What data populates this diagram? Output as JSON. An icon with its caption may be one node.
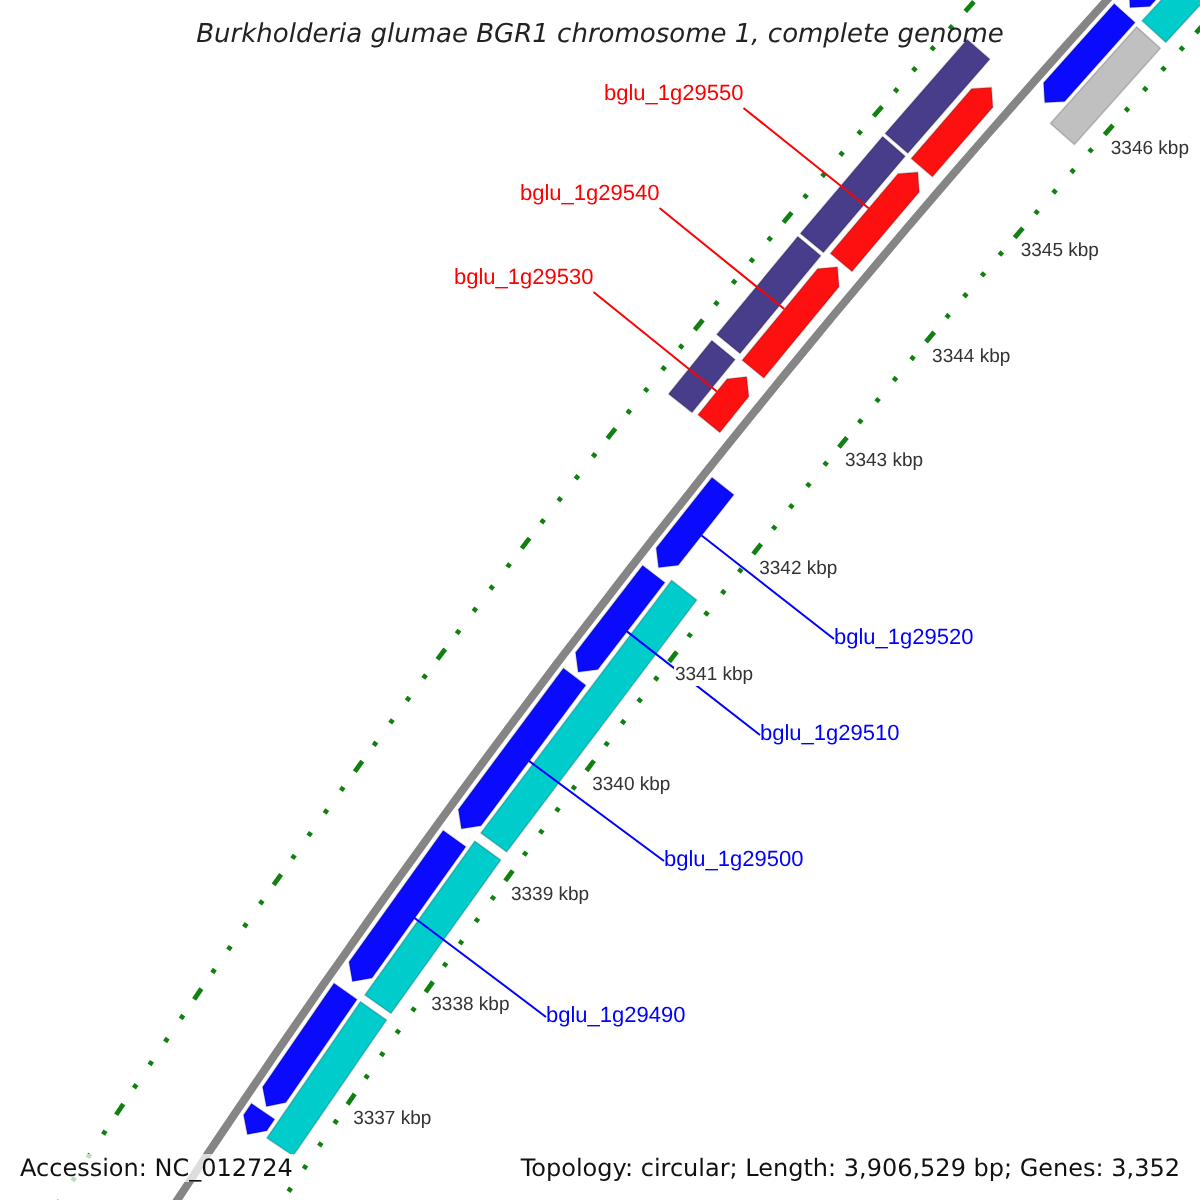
{
  "diagram": {
    "title": "Burkholderia glumae BGR1 chromosome 1, complete genome",
    "nodes": [
      {
        "text": [
          "bglu_1g29550"
        ]
      },
      {
        "text": [
          "bglu_1g29540"
        ]
      },
      {
        "text": [
          "bglu_1g29530"
        ]
      },
      {
        "text": [
          "bglu_1g29520"
        ]
      },
      {
        "text": [
          "bglu_1g29510"
        ]
      },
      {
        "text": [
          "bglu_1g29500"
        ]
      },
      {
        "text": [
          "bglu_1g29490"
        ]
      },
      {
        "text": [],
        "shape": "bar"
      },
      {
        "text": [],
        "shape": "arrow"
      },
      {
        "text": [],
        "shape": "arrow"
      },
      {
        "text": [],
        "shape": "bar"
      },
      {
        "text": [],
        "shape": "bar"
      },
      {
        "text": [],
        "shape": "arrow"
      },
      {
        "text": [],
        "shape": "bar"
      },
      {
        "text": [],
        "shape": "arrow"
      },
      {
        "text": [],
        "shape": "arrow"
      },
      {
        "text": [],
        "shape": "bar"
      },
      {
        "text": [],
        "shape": "bar"
      },
      {
        "text": [],
        "shape": "arrow"
      },
      {
        "text": [],
        "shape": "arrow"
      },
      {
        "text": [],
        "shape": "bar"
      },
      {
        "text": [],
        "shape": "arrow"
      },
      {
        "text": [],
        "shape": "arrow"
      },
      {
        "text": [],
        "shape": "bar"
      },
      {
        "text": [],
        "shape": "arrow"
      },
      {
        "text": [],
        "shape": "bar"
      },
      {
        "text": [],
        "shape": "arrow"
      },
      {
        "text": [],
        "shape": "arrow"
      }
    ],
    "edges": [
      {
        "from": 0,
        "to": 14,
        "arrow": "none",
        "color": "#ff0000"
      },
      {
        "from": 1,
        "to": 15,
        "arrow": "none",
        "color": "#ff0000"
      },
      {
        "from": 2,
        "to": 18,
        "arrow": "none",
        "color": "#ff0000"
      },
      {
        "from": 3,
        "to": 19,
        "arrow": "none"
      },
      {
        "from": 4,
        "to": 21,
        "arrow": "none"
      },
      {
        "from": 5,
        "to": 22,
        "arrow": "none"
      },
      {
        "from": 6,
        "to": 24,
        "arrow": "none"
      }
    ],
    "labels": [
      "3346 kbp",
      "3345 kbp",
      "3344 kbp",
      "3343 kbp",
      "3342 kbp",
      "3341 kbp",
      "3340 kbp",
      "3339 kbp",
      "3338 kbp",
      "3337 kbp",
      "Accession: NC_012724",
      "Topology: circular; Length: 3,906,529 bp; Genes: 3,352"
    ]
  }
}
